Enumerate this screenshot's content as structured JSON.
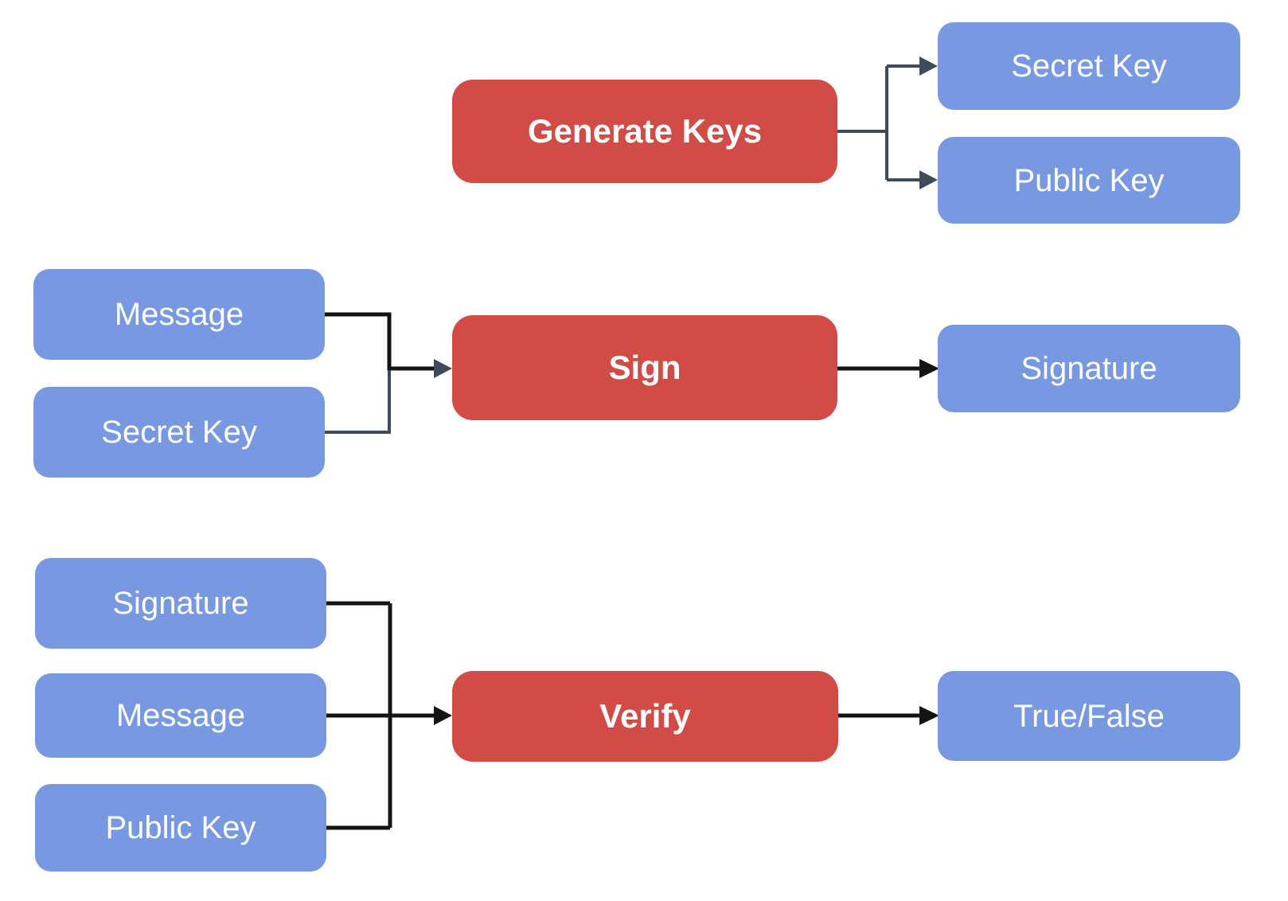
{
  "diagram": {
    "description": "Digital signature scheme flow diagram",
    "colors": {
      "process_fill": "#d14c46",
      "data_fill": "#7899e1",
      "label_text": "#ffffff",
      "connector_slate": "#3e4b5a",
      "connector_black": "#141414",
      "background": "#ffffff"
    },
    "flows": {
      "keygen": {
        "process": "Generate Keys",
        "outputs": {
          "secret_key": "Secret Key",
          "public_key": "Public Key"
        }
      },
      "sign": {
        "inputs": {
          "message": "Message",
          "secret_key": "Secret Key"
        },
        "process": "Sign",
        "outputs": {
          "signature": "Signature"
        }
      },
      "verify": {
        "inputs": {
          "signature": "Signature",
          "message": "Message",
          "public_key": "Public Key"
        },
        "process": "Verify",
        "outputs": {
          "result": "True/False"
        }
      }
    }
  }
}
